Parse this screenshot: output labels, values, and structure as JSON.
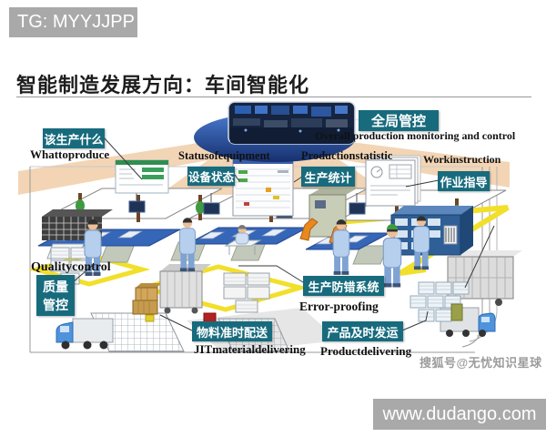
{
  "badge": {
    "text": "TG: MYYJJPP"
  },
  "title": {
    "text": "智能制造发展方向：车间智能化"
  },
  "bottom_bar": {
    "text": "www.dudango.com"
  },
  "watermark": {
    "text": "搜狐号@无忧知识星球"
  },
  "callouts": {
    "what_to_produce": {
      "zh": "该生产什么",
      "en": "Whattoproduce"
    },
    "status_of_equipment": {
      "zh": "设备状态",
      "en": "Statusofequipment"
    },
    "global_control": {
      "zh": "全局管控",
      "en": "Overall production monitoring and control"
    },
    "production_statistic": {
      "zh": "生产统计",
      "en": "Productionstatistic"
    },
    "work_instruction": {
      "zh": "作业指导",
      "en": "Workinstruction"
    },
    "quality_control": {
      "zh": "质量管控",
      "en": "Qualitycontrol"
    },
    "error_proofing": {
      "zh": "生产防错系统",
      "en": "Error-proofing"
    },
    "jit_material_delivering": {
      "zh": "物料准时配送",
      "en": "JITmaterialdelivering"
    },
    "product_delivering": {
      "zh": "产品及时发运",
      "en": "Productdelivering"
    }
  },
  "icons": {
    "control_room_photo": "control-room-photo",
    "factory_scene": "workshop-assembly-line-illustration"
  },
  "colors": {
    "callout_teal": "#176b7d",
    "badge_gray": "#a9a9a9",
    "ellipse_blue": "#2a5ca8",
    "beam_tan": "#f0cba3",
    "floor_marking_yellow": "#f2df2b",
    "conveyor_blue": "#3566b8",
    "watermark_gray": "#9c9c9c"
  }
}
